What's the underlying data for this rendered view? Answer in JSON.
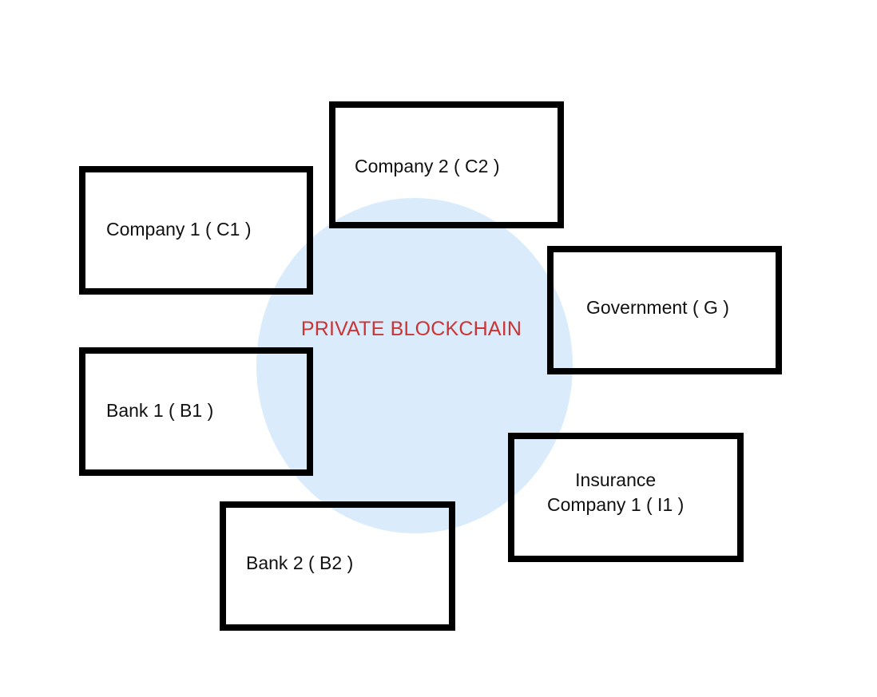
{
  "diagram": {
    "center_label": "PRIVATE BLOCKCHAIN",
    "colors": {
      "circle_fill": "#c6e2fa",
      "center_label": "#cc3333",
      "box_border": "#000000"
    },
    "nodes": {
      "company_2": {
        "label": "Company 2 ( C2 )"
      },
      "company_1": {
        "label": "Company 1 ( C1 )"
      },
      "government": {
        "label": "Government ( G )"
      },
      "bank_1": {
        "label": "Bank 1 ( B1 )"
      },
      "insurance_1": {
        "label_line1": "Insurance",
        "label_line2": "Company 1 ( I1 )"
      },
      "bank_2": {
        "label": "Bank 2 ( B2 )"
      }
    }
  }
}
